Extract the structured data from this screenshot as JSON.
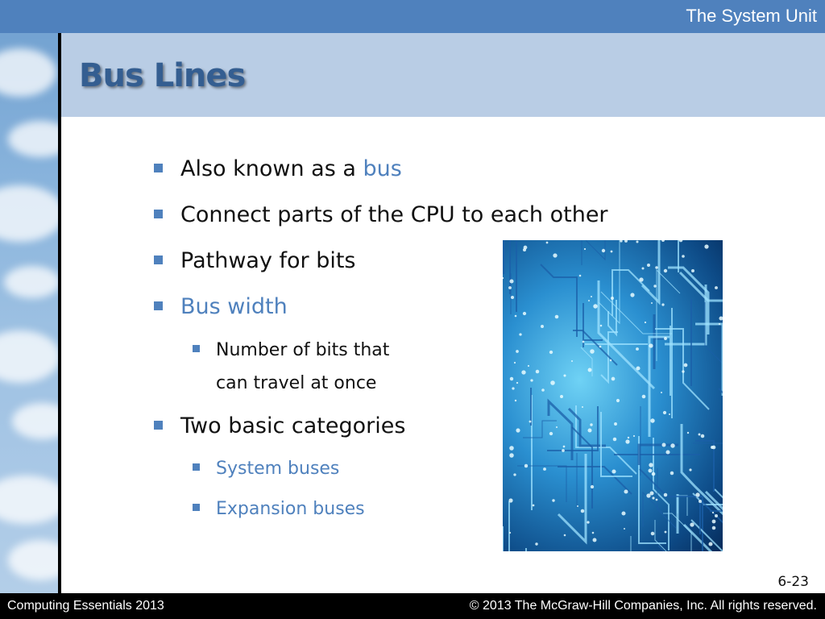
{
  "header": {
    "section_title": "The System Unit"
  },
  "slide": {
    "title": "Bus Lines",
    "bullets": [
      {
        "text": "Also known as a ",
        "highlight": "bus"
      },
      {
        "text": "Connect parts of the CPU to each other"
      },
      {
        "text": "Pathway for bits"
      },
      {
        "highlight": "Bus width",
        "sub": [
          {
            "line1": "Number of bits that",
            "line2": "can travel at once"
          }
        ]
      },
      {
        "text": "Two basic categories",
        "sub": [
          {
            "highlight": "System buses"
          },
          {
            "highlight": "Expansion buses"
          }
        ]
      }
    ],
    "page_number": "6-23"
  },
  "footer": {
    "left": "Computing Essentials 2013",
    "right": "© 2013 The McGraw-Hill Companies, Inc. All rights reserved."
  },
  "colors": {
    "accent": "#4f81bd",
    "title": "#345e91",
    "title_band": "#b9cde5"
  },
  "image": {
    "subject": "circuit-board-photo"
  }
}
